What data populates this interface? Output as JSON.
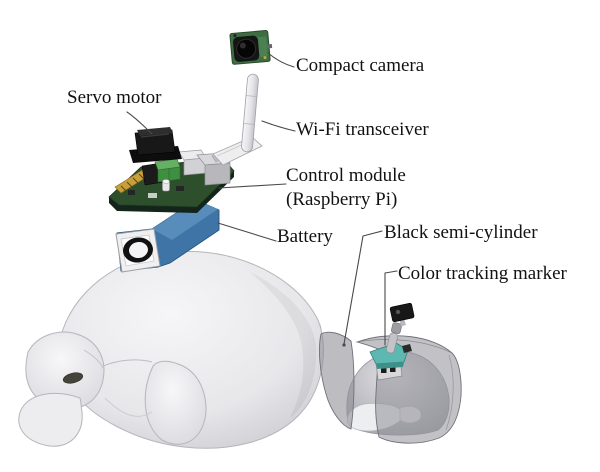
{
  "figure": {
    "type": "exploded-diagram",
    "subject": "turtle-like robot with electronics stack and tracking-marker shield",
    "labels": {
      "servo_motor": "Servo motor",
      "compact_camera": "Compact camera",
      "wifi_transceiver": "Wi-Fi transceiver",
      "control_module_line1": "Control module",
      "control_module_line2": "(Raspberry Pi)",
      "battery": "Battery",
      "black_semi_cylinder": "Black semi-cylinder",
      "color_tracking_marker": "Color tracking marker"
    },
    "colors": {
      "background": "#ffffff",
      "label_text": "#121212",
      "leader_line": "#4a4a4a",
      "battery_blue": "#3f74a6",
      "battery_blue_top": "#5b8fbd",
      "pcb_green": "#2e4f2c",
      "terminal_green": "#64b164",
      "gpio_gold": "#c79f3d",
      "marker_teal": "#5cb8b0",
      "servo_black": "#181818",
      "turtle_gray": "#e9e9ec",
      "cylinder_gray": "#8f8f98"
    }
  }
}
